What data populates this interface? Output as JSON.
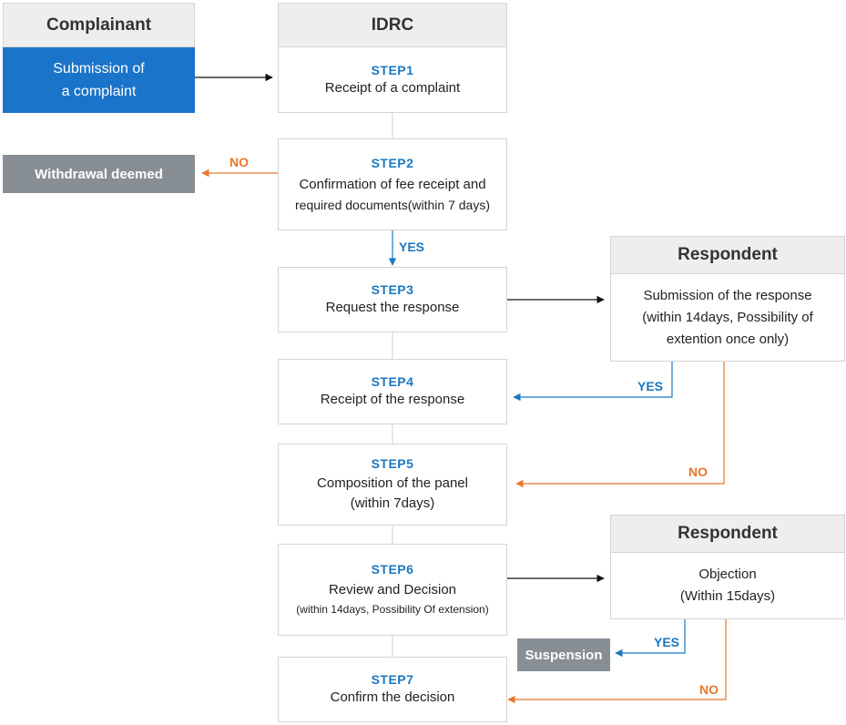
{
  "headers": {
    "complainant": "Complainant",
    "idrc": "IDRC",
    "respondent1": "Respondent",
    "respondent2": "Respondent"
  },
  "complainant": {
    "line1": "Submission of",
    "line2": "a complaint"
  },
  "withdrawal": "Withdrawal deemed",
  "suspension": "Suspension",
  "steps": [
    {
      "label": "STEP1",
      "text": "Receipt of a complaint"
    },
    {
      "label": "STEP2",
      "line1": "Confirmation of fee receipt and",
      "line2": "required documents(within 7 days)"
    },
    {
      "label": "STEP3",
      "text": "Request the response"
    },
    {
      "label": "STEP4",
      "text": "Receipt of the response"
    },
    {
      "label": "STEP5",
      "line1": "Composition of the panel",
      "line2": "(within 7days)"
    },
    {
      "label": "STEP6",
      "text": "Review and Decision",
      "sub": "(within 14days, Possibility Of extension)"
    },
    {
      "label": "STEP7",
      "text": "Confirm the decision"
    }
  ],
  "respondent_response": {
    "line1": "Submission of the response",
    "line2": "(within 14days, Possibility of",
    "line3": "extention once only)"
  },
  "objection": {
    "line1": "Objection",
    "line2": "(Within 15days)"
  },
  "branches": {
    "no": "NO",
    "yes": "YES"
  },
  "colors": {
    "accent_blue": "#1a74c9",
    "step_blue": "#1a78c2",
    "orange": "#e8762c",
    "gray": "#878f95"
  }
}
